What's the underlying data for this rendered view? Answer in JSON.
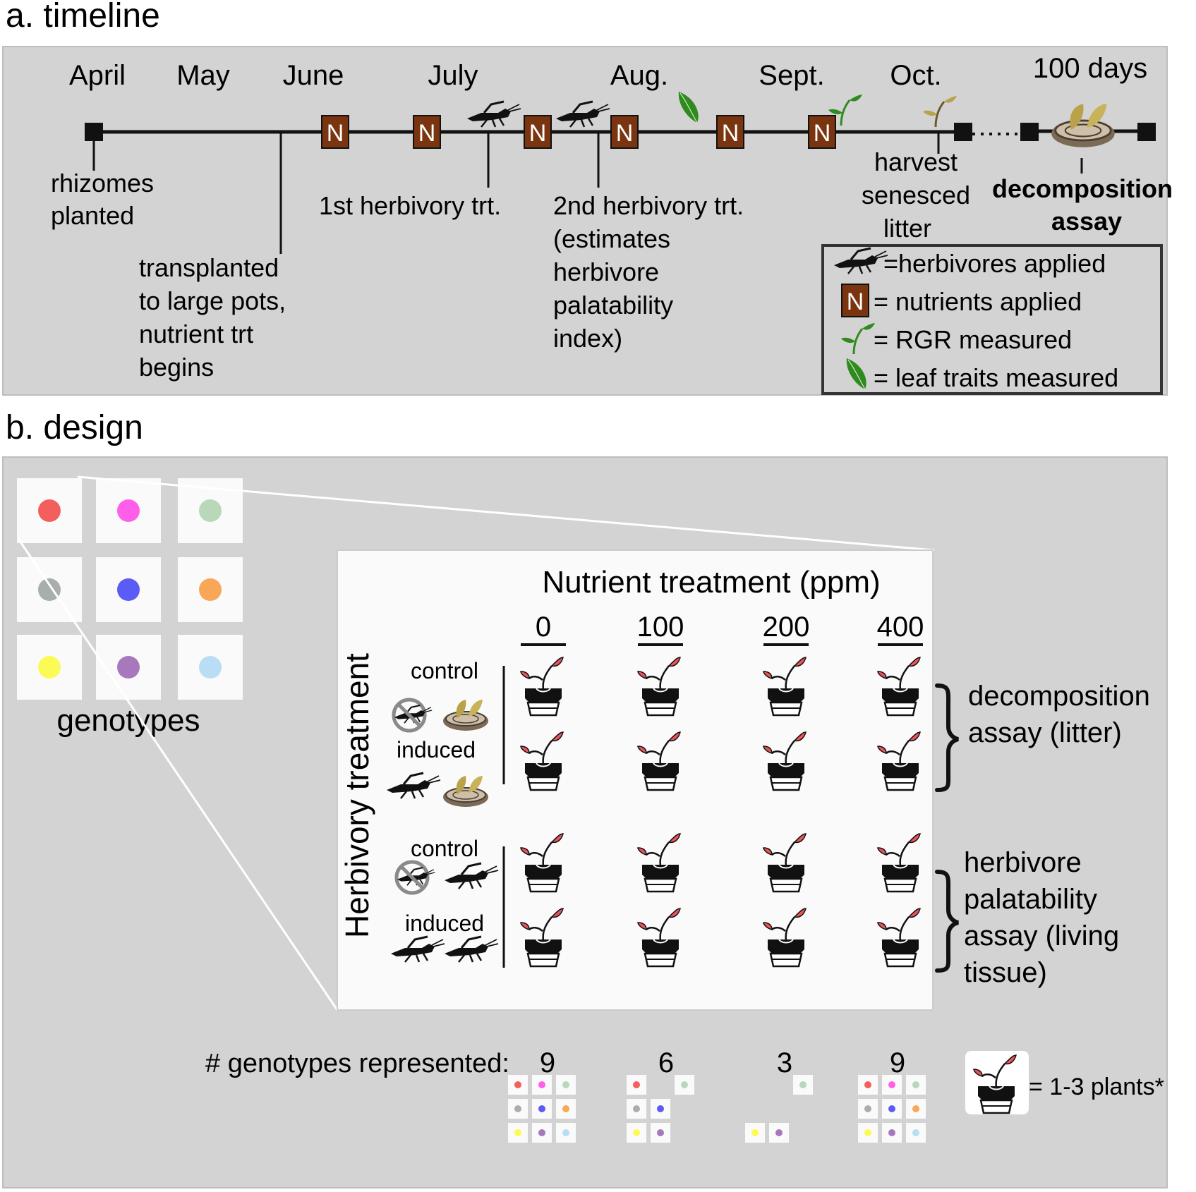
{
  "panel_a": {
    "title": "a. timeline",
    "months": [
      "April",
      "May",
      "June",
      "July",
      "Aug.",
      "Sept.",
      "Oct."
    ],
    "days_label": "100 days",
    "n_marker": "N",
    "events": {
      "rhizomes": [
        "rhizomes",
        "planted"
      ],
      "transplant": [
        "transplanted",
        "to large pots,",
        "nutrient trt",
        "begins"
      ],
      "first_herb": "1st herbivory trt.",
      "second_herb": [
        "2nd herbivory trt.",
        "(estimates",
        "herbivore",
        "palatability",
        "index)"
      ],
      "harvest": [
        "harvest",
        "senesced",
        "litter"
      ],
      "decomp": [
        "decomposition",
        "assay"
      ]
    },
    "legend": {
      "herbivores": "=herbivores applied",
      "nutrients": "= nutrients applied",
      "rgr": "= RGR measured",
      "leaf": "= leaf traits measured"
    },
    "colors": {
      "n_box": "#7a3510",
      "leaf": "#2f8a1f",
      "litter": "#b9a24a",
      "panel_bg": "#d3d3d3"
    }
  },
  "panel_b": {
    "title": "b. design",
    "genotypes_label": "genotypes",
    "genotype_colors": [
      "#f25f5c",
      "#ff5fe8",
      "#b9d7b9",
      "#a8adae",
      "#5b5bf5",
      "#f7a757",
      "#fbfb55",
      "#a878bd",
      "#b9ddf5"
    ],
    "nutrient_title": "Nutrient treatment (ppm)",
    "nutrient_levels": [
      "0",
      "100",
      "200",
      "400"
    ],
    "herbivory_title": "Herbivory treatment",
    "row_labels": [
      "control",
      "induced",
      "control",
      "induced"
    ],
    "assay_decomp": [
      "decomposition",
      "assay (litter)"
    ],
    "assay_palat": [
      "herbivore",
      "palatability",
      "assay (living",
      "tissue)"
    ],
    "genotypes_represented_label": "# genotypes represented:",
    "genotype_counts": [
      "9",
      "6",
      "3",
      "9"
    ],
    "genotype_presence": [
      [
        1,
        1,
        1,
        1,
        1,
        1,
        1,
        1,
        1
      ],
      [
        1,
        0,
        1,
        1,
        1,
        0,
        1,
        1,
        0
      ],
      [
        0,
        0,
        1,
        0,
        0,
        0,
        1,
        1,
        0
      ],
      [
        1,
        1,
        1,
        1,
        1,
        1,
        1,
        1,
        1
      ]
    ],
    "plant_legend": "= 1-3 plants*",
    "colors": {
      "plant_leaf": "#e8555a",
      "pot": "#111111"
    }
  }
}
